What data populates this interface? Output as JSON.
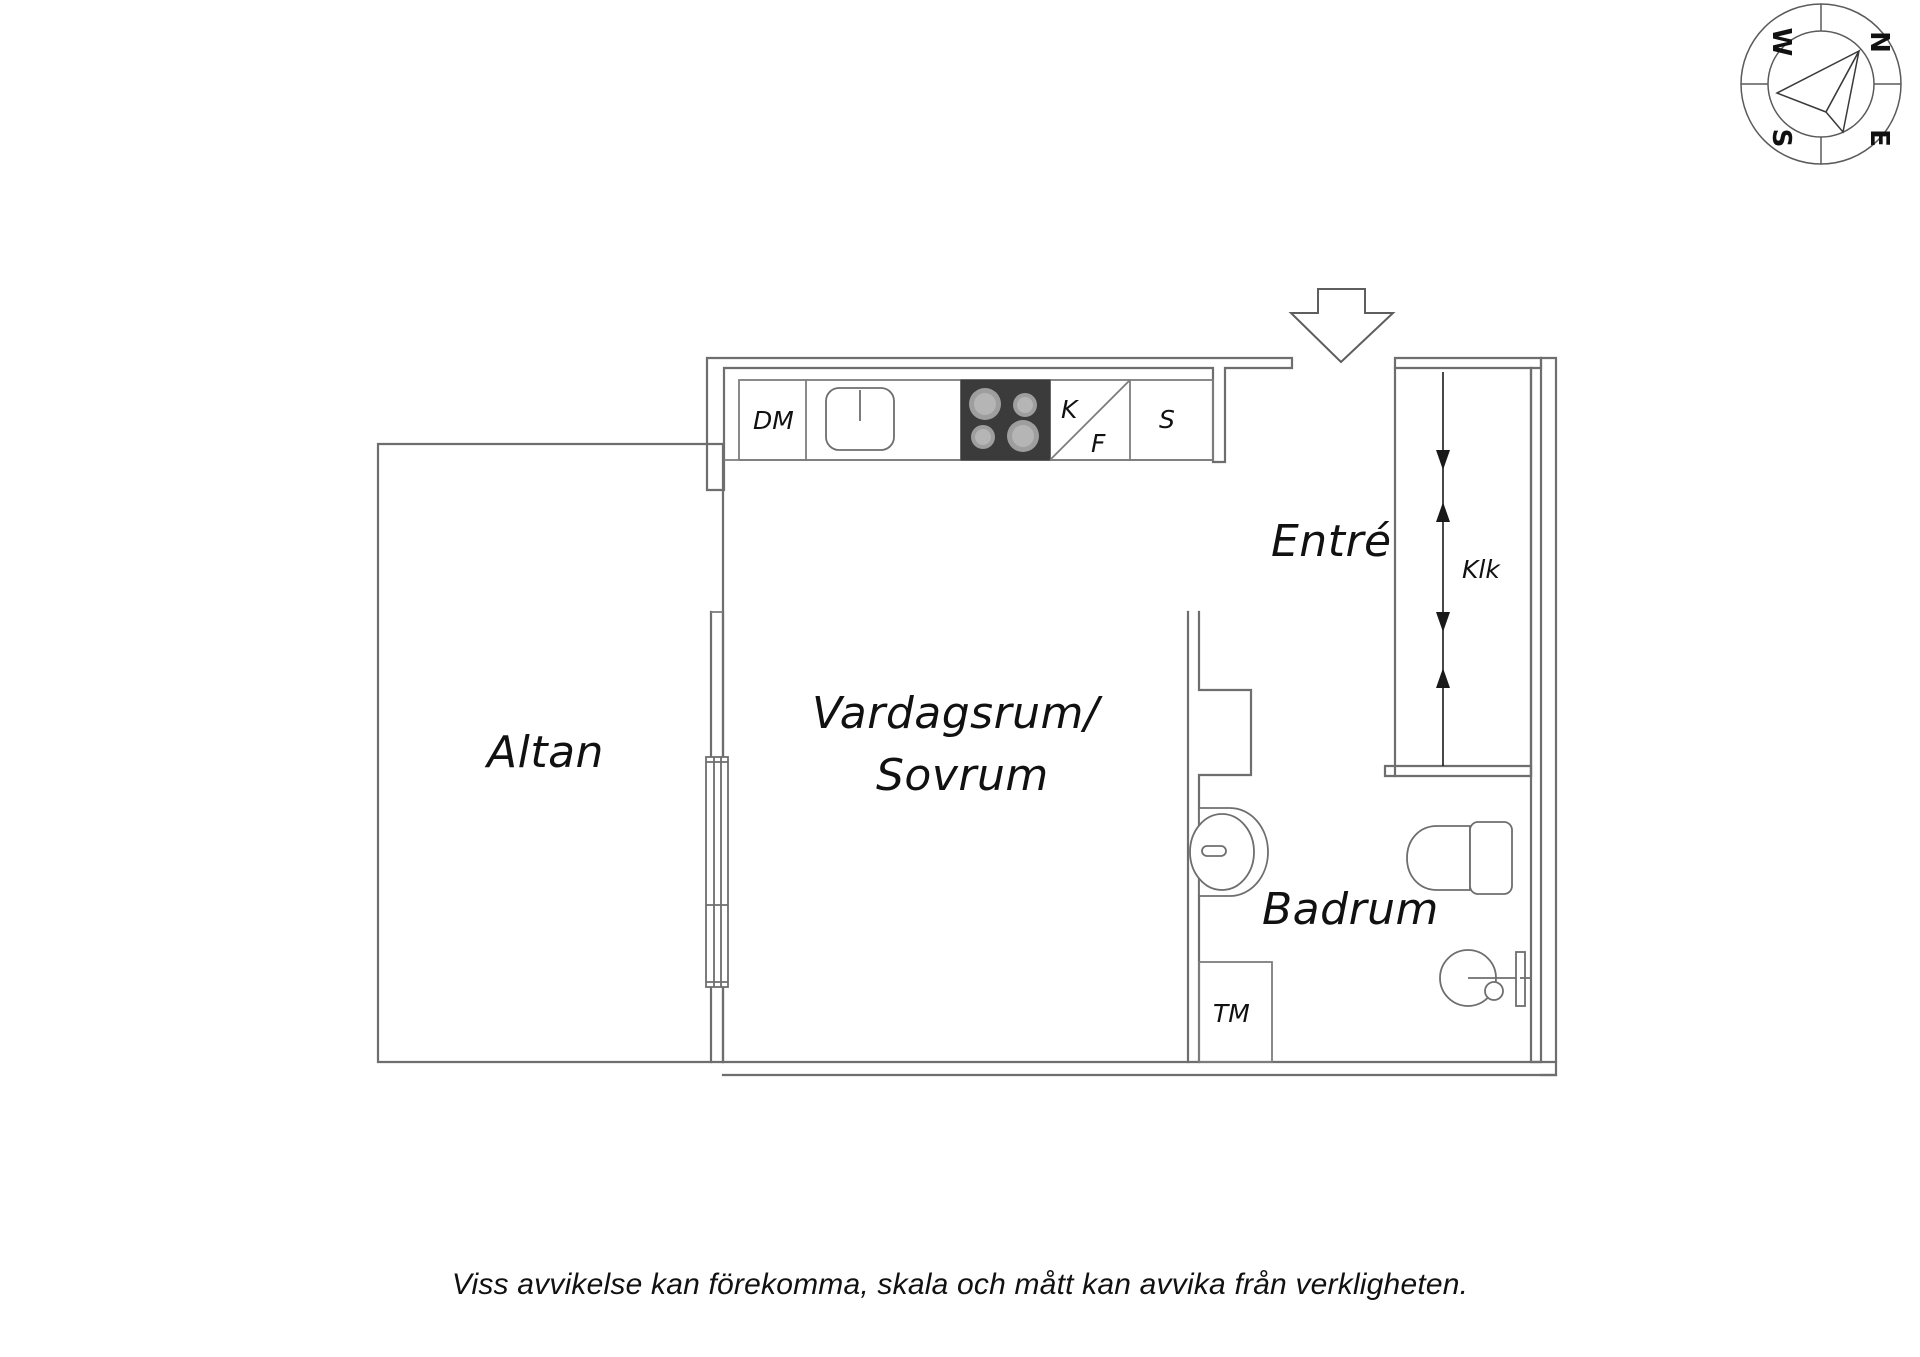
{
  "document": {
    "type": "floor-plan",
    "caption": "Viss avvikelse kan förekomma, skala och mått kan avvika från verkligheten."
  },
  "rooms": [
    {
      "key": "altan",
      "label": "Altan"
    },
    {
      "key": "vardagsrum",
      "label_line1": "Vardagsrum/",
      "label_line2": "Sovrum"
    },
    {
      "key": "entre",
      "label": "Entré"
    },
    {
      "key": "badrum",
      "label": "Badrum"
    }
  ],
  "annotations": {
    "closet": "Klk",
    "dishwasher": "DM",
    "fridge": "K",
    "freezer": "F",
    "pantry": "S",
    "washing_machine": "TM"
  },
  "compass": {
    "north": "N",
    "east": "E",
    "south": "S",
    "west": "W"
  },
  "colors": {
    "wall": "#6e6e6e",
    "stove": "#3b3b3b",
    "burner": "#9e9e9e",
    "text": "#111111",
    "background": "#ffffff"
  }
}
